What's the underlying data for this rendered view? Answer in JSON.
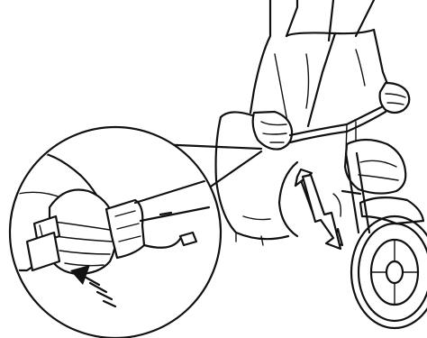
{
  "figure": {
    "ink_color": "#111111",
    "background_color": "#ffffff",
    "parts": [
      "rider-legs",
      "rider-hands",
      "handlebar",
      "front-fender",
      "front-wheel",
      "body-panel",
      "up-down-motion-arrow",
      "detail-callout-circle",
      "throttle-grip",
      "twist-direction-arrow"
    ]
  }
}
